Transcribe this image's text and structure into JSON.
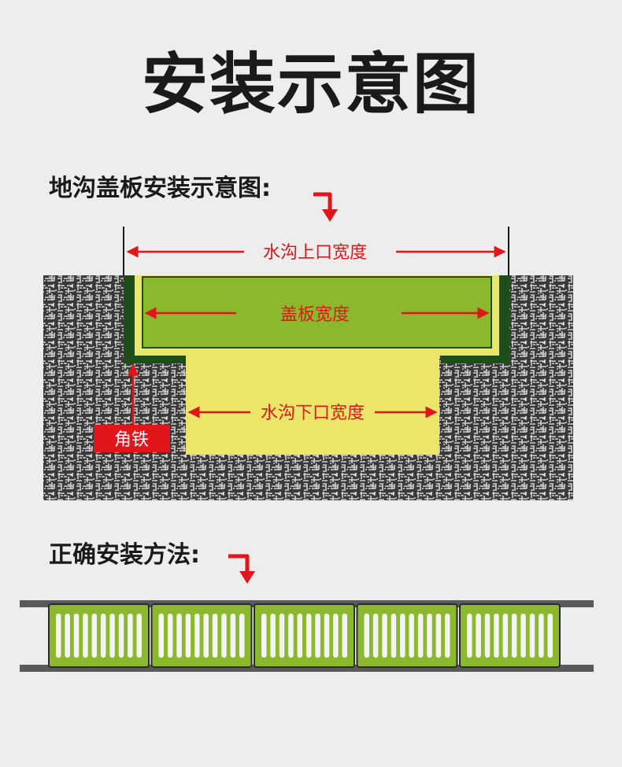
{
  "title": "安装示意图",
  "section1": {
    "label": "地沟盖板安装示意图:"
  },
  "section2": {
    "label": "正确安装方法:"
  },
  "diagram": {
    "upper_width_label": "水沟上口宽度",
    "cover_width_label": "盖板宽度",
    "lower_width_label": "水沟下口宽度",
    "angle_iron_label": "角铁"
  },
  "colors": {
    "red": "#e0161b",
    "cover_green": "#8cb82e",
    "frame_green": "#1f4d1a",
    "trench_yellow": "#ebe66a",
    "rail_gray": "#5a5a5a"
  },
  "grates": {
    "count": 5,
    "slots_per_grate": 10
  }
}
